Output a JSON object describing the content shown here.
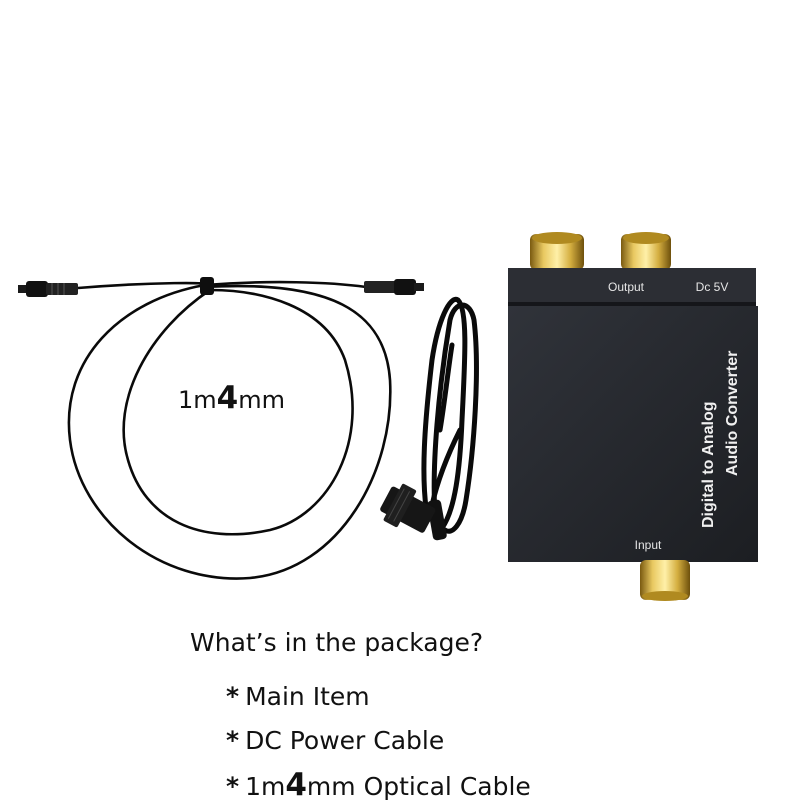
{
  "product": {
    "output_label": "Output",
    "power_label": "Dc 5V",
    "input_label": "Input",
    "name_line1": "Digital to Analog",
    "name_line2": "Audio Converter"
  },
  "cable_label": {
    "prefix": "1m",
    "emphasis": "4",
    "suffix": "mm"
  },
  "package": {
    "title": "What’s in the package?",
    "bullet": "*",
    "items": [
      {
        "text": "Main Item"
      },
      {
        "text": "DC Power Cable"
      },
      {
        "prefix": "1m",
        "emphasis": "4",
        "suffix": "mm Optical Cable"
      }
    ]
  },
  "colors": {
    "box_body": "#24262b",
    "box_top": "#2e3036",
    "gold": "#c9a227",
    "cable": "#0a0a0a",
    "text": "#111111"
  }
}
